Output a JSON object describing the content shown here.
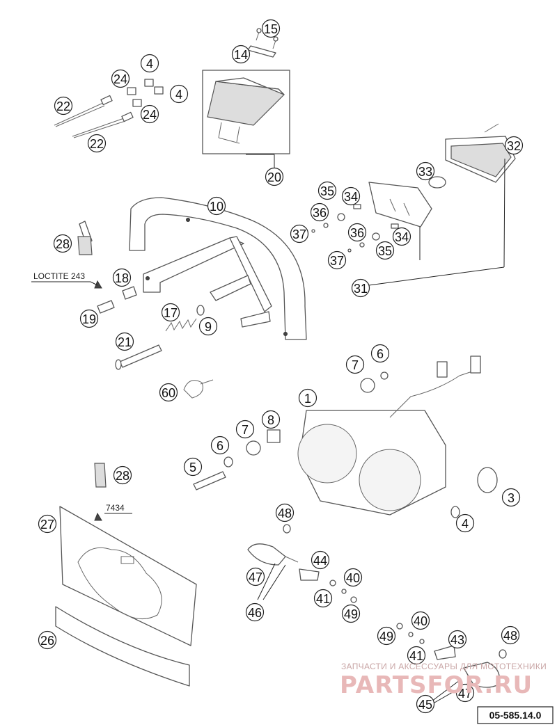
{
  "callouts": [
    {
      "id": "c15",
      "n": "15"
    },
    {
      "id": "c14",
      "n": "14"
    },
    {
      "id": "c4a",
      "n": "4"
    },
    {
      "id": "c24a",
      "n": "24"
    },
    {
      "id": "c4b",
      "n": "4"
    },
    {
      "id": "c24b",
      "n": "24"
    },
    {
      "id": "c22a",
      "n": "22"
    },
    {
      "id": "c22b",
      "n": "22"
    },
    {
      "id": "c20",
      "n": "20"
    },
    {
      "id": "c32",
      "n": "32"
    },
    {
      "id": "c33",
      "n": "33"
    },
    {
      "id": "c35a",
      "n": "35"
    },
    {
      "id": "c34a",
      "n": "34"
    },
    {
      "id": "c36a",
      "n": "36"
    },
    {
      "id": "c37a",
      "n": "37"
    },
    {
      "id": "c36b",
      "n": "36"
    },
    {
      "id": "c34b",
      "n": "34"
    },
    {
      "id": "c35b",
      "n": "35"
    },
    {
      "id": "c37b",
      "n": "37"
    },
    {
      "id": "c31",
      "n": "31"
    },
    {
      "id": "c10",
      "n": "10"
    },
    {
      "id": "c28a",
      "n": "28"
    },
    {
      "id": "c18",
      "n": "18"
    },
    {
      "id": "c19",
      "n": "19"
    },
    {
      "id": "c17",
      "n": "17"
    },
    {
      "id": "c9",
      "n": "9"
    },
    {
      "id": "c21",
      "n": "21"
    },
    {
      "id": "c6a",
      "n": "6"
    },
    {
      "id": "c7a",
      "n": "7"
    },
    {
      "id": "c60",
      "n": "60"
    },
    {
      "id": "c1",
      "n": "1"
    },
    {
      "id": "c8",
      "n": "8"
    },
    {
      "id": "c7b",
      "n": "7"
    },
    {
      "id": "c6b",
      "n": "6"
    },
    {
      "id": "c5",
      "n": "5"
    },
    {
      "id": "c28b",
      "n": "28"
    },
    {
      "id": "c3",
      "n": "3"
    },
    {
      "id": "c27",
      "n": "27"
    },
    {
      "id": "c48a",
      "n": "48"
    },
    {
      "id": "c4c",
      "n": "4"
    },
    {
      "id": "c44",
      "n": "44"
    },
    {
      "id": "c47a",
      "n": "47"
    },
    {
      "id": "c40a",
      "n": "40"
    },
    {
      "id": "c41a",
      "n": "41"
    },
    {
      "id": "c46",
      "n": "46"
    },
    {
      "id": "c49a",
      "n": "49"
    },
    {
      "id": "c40b",
      "n": "40"
    },
    {
      "id": "c49b",
      "n": "49"
    },
    {
      "id": "c43",
      "n": "43"
    },
    {
      "id": "c48b",
      "n": "48"
    },
    {
      "id": "c41b",
      "n": "41"
    },
    {
      "id": "c26",
      "n": "26"
    },
    {
      "id": "c47b",
      "n": "47"
    },
    {
      "id": "c45",
      "n": "45"
    }
  ],
  "labels": {
    "loctite": "LOCTITE 243",
    "code7434": "7434"
  },
  "watermark": {
    "line1": "ЗАПЧАСТИ И АКСЕССУАРЫ ДЛЯ МОТОТЕХНИКИ",
    "line2": "PARTSFOR.RU"
  },
  "drawing_number": "05-585.14.0",
  "colors": {
    "line": "#555555",
    "watermark": "#e8b8b8"
  }
}
